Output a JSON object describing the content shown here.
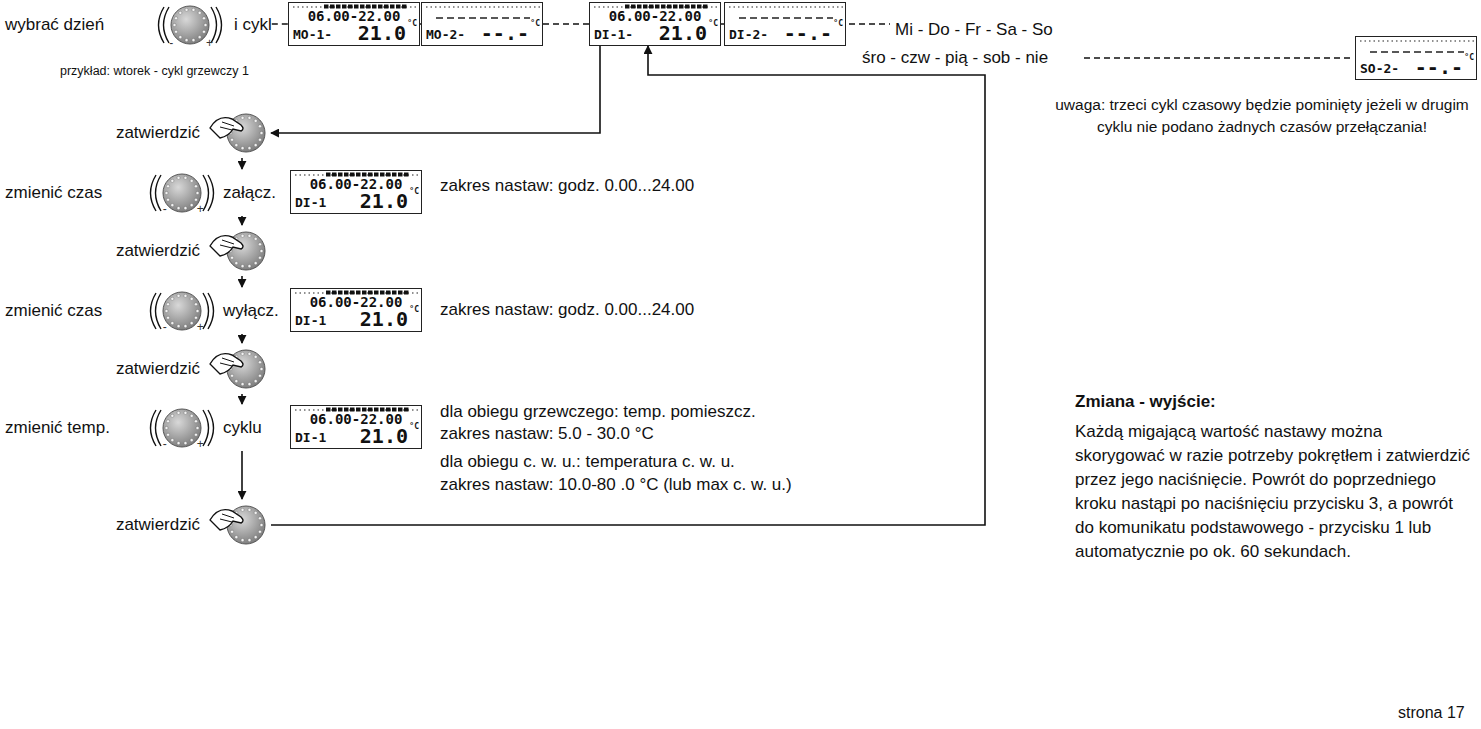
{
  "diagram": {
    "nodes": [
      {
        "text": [
          "wybrać dzień",
          "i cykl"
        ]
      },
      {
        "text": [
          "06.00-22.00",
          "MO-1-",
          "21.0",
          "°C"
        ]
      },
      {
        "text": [
          "MO-2-",
          "--.-",
          "°C"
        ]
      },
      {
        "text": [
          "06.00-22.00",
          "DI-1-",
          "21.0",
          "°C"
        ]
      },
      {
        "text": [
          "DI-2-",
          "--.-",
          "°C"
        ]
      },
      {
        "text": [
          "SO-2-",
          "--.-",
          "°C"
        ]
      },
      {
        "text": [
          "zatwierdzić"
        ]
      },
      {
        "text": [
          "zmienić czas",
          "załącz."
        ]
      },
      {
        "text": [
          "06.00-22.00",
          "DI-1",
          "21.0",
          "°C"
        ]
      },
      {
        "text": [
          "zatwierdzić"
        ]
      },
      {
        "text": [
          "zmienić czas",
          "wyłącz."
        ]
      },
      {
        "text": [
          "06.00-22.00",
          "DI-1",
          "21.0",
          "°C"
        ]
      },
      {
        "text": [
          "zatwierdzić"
        ]
      },
      {
        "text": [
          "zmienić temp.",
          "cyklu"
        ]
      },
      {
        "text": [
          "06.00-22.00",
          "DI-1",
          "21.0",
          "°C"
        ]
      },
      {
        "text": [
          "zatwierdzić"
        ]
      }
    ],
    "edges": [
      {
        "from": 0,
        "to": 1,
        "arrow": "none"
      },
      {
        "from": 1,
        "to": 2,
        "arrow": "none"
      },
      {
        "from": 2,
        "to": 3,
        "arrow": "none"
      },
      {
        "from": 3,
        "to": 4,
        "arrow": "none"
      },
      {
        "from": 3,
        "to": 6,
        "arrow": "to"
      },
      {
        "from": 6,
        "to": 7,
        "arrow": "to"
      },
      {
        "from": 7,
        "to": 9,
        "arrow": "to"
      },
      {
        "from": 9,
        "to": 10,
        "arrow": "to"
      },
      {
        "from": 10,
        "to": 12,
        "arrow": "to"
      },
      {
        "from": 12,
        "to": 13,
        "arrow": "to"
      },
      {
        "from": 13,
        "to": 15,
        "arrow": "to"
      },
      {
        "from": 15,
        "to": 3,
        "arrow": "to"
      }
    ],
    "labels": [
      "przykład: wtorek - cykl grzewczy 1",
      "Mi - Do - Fr - Sa - So",
      "śro - czw - pią - sob - nie",
      "uwaga: trzeci cykl czasowy będzie pominięty jeżeli w drugim cyklu nie podano żadnych czasów przełączania!",
      "zakres nastaw: godz. 0.00...24.00",
      "zakres nastaw: godz. 0.00...24.00",
      "dla obiegu grzewczego: temp. pomieszcz.",
      "zakres nastaw: 5.0 - 30.0 °C",
      "dla obiegu c. w. u.: temperatura c. w. u.",
      "zakres nastaw: 10.0-80 .0 °C (lub max c. w. u.)",
      "Zmiana - wyjście:",
      "Każdą migającą wartość nastawy można skorygować w razie potrzeby pokrętłem i zatwierdzić przez jego naciśnięcie. Powrót do poprzedniego kroku nastąpi po naciśnięciu przycisku 3, a powrót do komunikatu podstawowego - przycisku 1 lub automatycznie po ok. 60 sekundach.",
      "strona 17",
      "-",
      "+",
      "-",
      "+",
      "-",
      "+",
      "-",
      "+"
    ]
  }
}
